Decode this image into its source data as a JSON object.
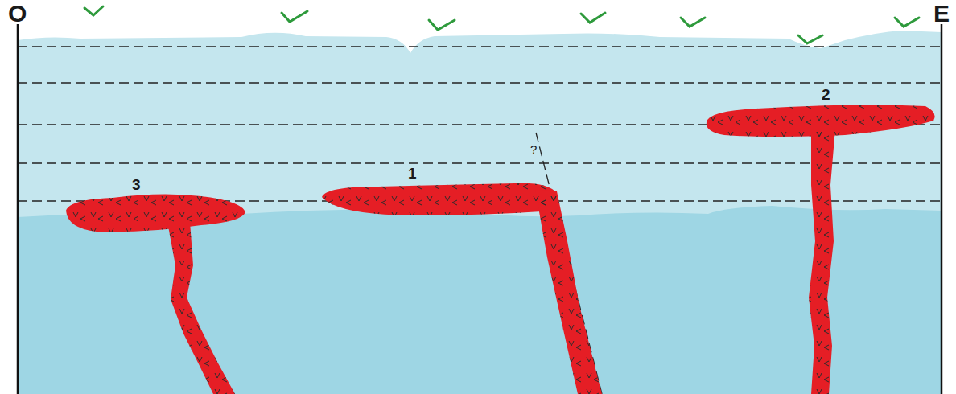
{
  "diagram": {
    "labels": [
      "O",
      "E",
      "2",
      "1",
      "?",
      "3"
    ]
  }
}
